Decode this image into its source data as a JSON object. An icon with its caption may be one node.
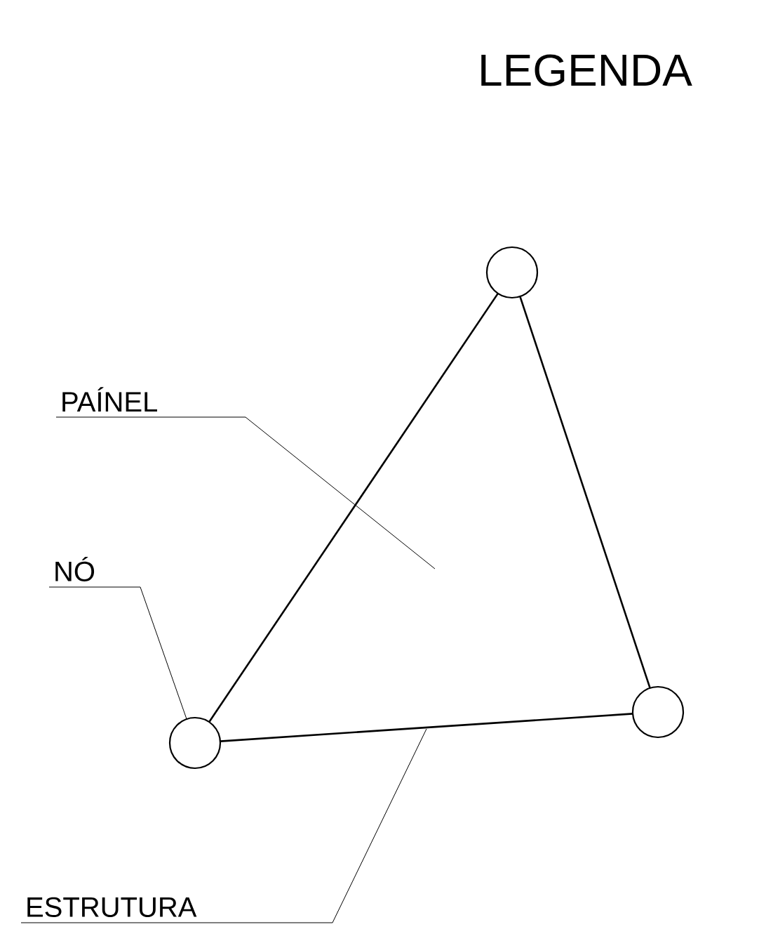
{
  "diagram": {
    "title": "LEGENDA",
    "nodes": [
      {
        "text": [
          "PAÍNEL"
        ]
      },
      {
        "text": [],
        "shape": "circle"
      },
      {
        "text": [
          "NÓ"
        ]
      },
      {
        "text": [],
        "shape": "circle"
      },
      {
        "text": [],
        "shape": "circle"
      },
      {
        "text": [
          "ESTRUTURA"
        ]
      }
    ],
    "edges": [
      {
        "from": 1,
        "to": 3,
        "arrow": "none"
      },
      {
        "from": 1,
        "to": 4,
        "arrow": "none"
      },
      {
        "from": 3,
        "to": 4,
        "arrow": "none"
      },
      {
        "from": 0,
        "to": null,
        "arrow": "none"
      },
      {
        "from": 2,
        "to": 3,
        "arrow": "none"
      },
      {
        "from": 5,
        "to": null,
        "arrow": "none"
      }
    ]
  }
}
